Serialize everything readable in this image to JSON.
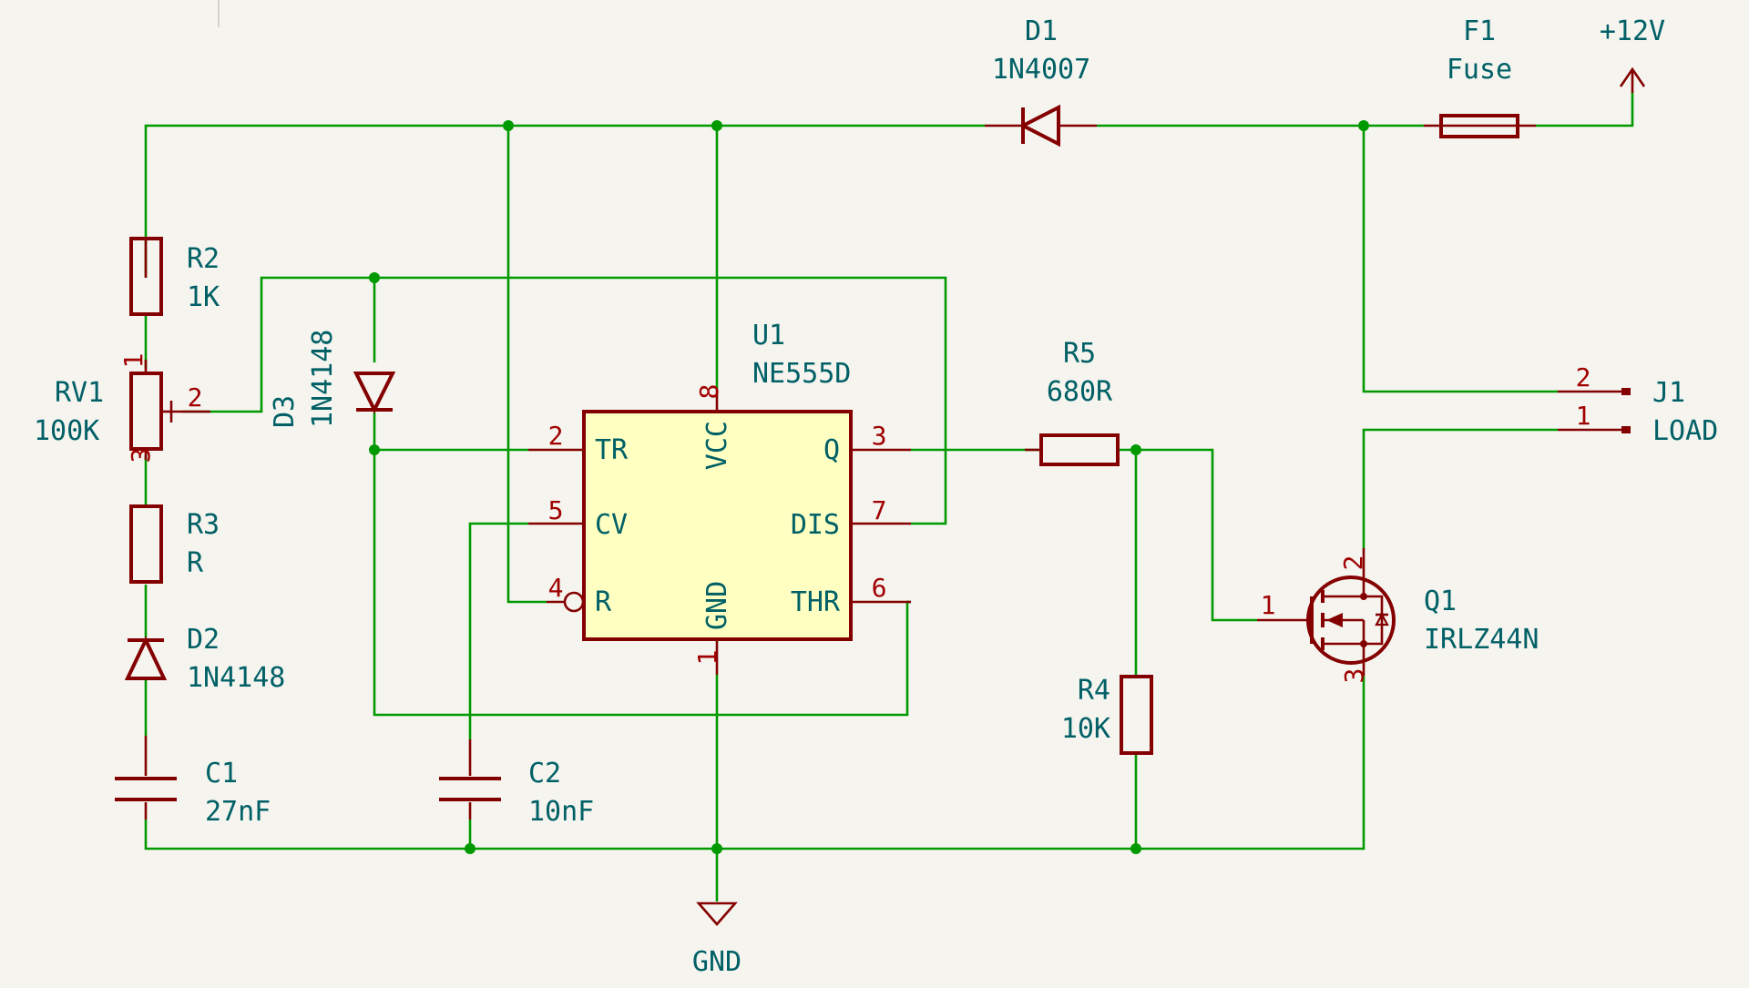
{
  "colors": {
    "background": "#f5f4ef",
    "wire": "#009900",
    "component": "#840000",
    "ic_fill": "#ffffc2",
    "label": "#006066",
    "pin_number": "#a00000"
  },
  "power": {
    "vcc_label": "+12V",
    "gnd_label": "GND"
  },
  "components": {
    "d1": {
      "ref": "D1",
      "value": "1N4007"
    },
    "f1": {
      "ref": "F1",
      "value": "Fuse"
    },
    "r2": {
      "ref": "R2",
      "value": "1K"
    },
    "rv1": {
      "ref": "RV1",
      "value": "100K",
      "pin1": "1",
      "pin2": "2",
      "pin3": "3"
    },
    "d3": {
      "ref": "D3",
      "value": "1N4148"
    },
    "r3": {
      "ref": "R3",
      "value": "R"
    },
    "d2": {
      "ref": "D2",
      "value": "1N4148"
    },
    "c1": {
      "ref": "C1",
      "value": "27nF"
    },
    "c2": {
      "ref": "C2",
      "value": "10nF"
    },
    "u1": {
      "ref": "U1",
      "value": "NE555D",
      "pins": {
        "tr": {
          "num": "2",
          "name": "TR"
        },
        "cv": {
          "num": "5",
          "name": "CV"
        },
        "r": {
          "num": "4",
          "name": "R"
        },
        "vcc": {
          "num": "8",
          "name": "VCC"
        },
        "gnd": {
          "num": "1",
          "name": "GND"
        },
        "q": {
          "num": "3",
          "name": "Q"
        },
        "dis": {
          "num": "7",
          "name": "DIS"
        },
        "thr": {
          "num": "6",
          "name": "THR"
        }
      }
    },
    "r5": {
      "ref": "R5",
      "value": "680R"
    },
    "r4": {
      "ref": "R4",
      "value": "10K"
    },
    "q1": {
      "ref": "Q1",
      "value": "IRLZ44N",
      "pin_gate": "1",
      "pin_drain": "2",
      "pin_source": "3"
    },
    "j1": {
      "ref": "J1",
      "value": "LOAD",
      "pin1": "1",
      "pin2": "2"
    }
  }
}
